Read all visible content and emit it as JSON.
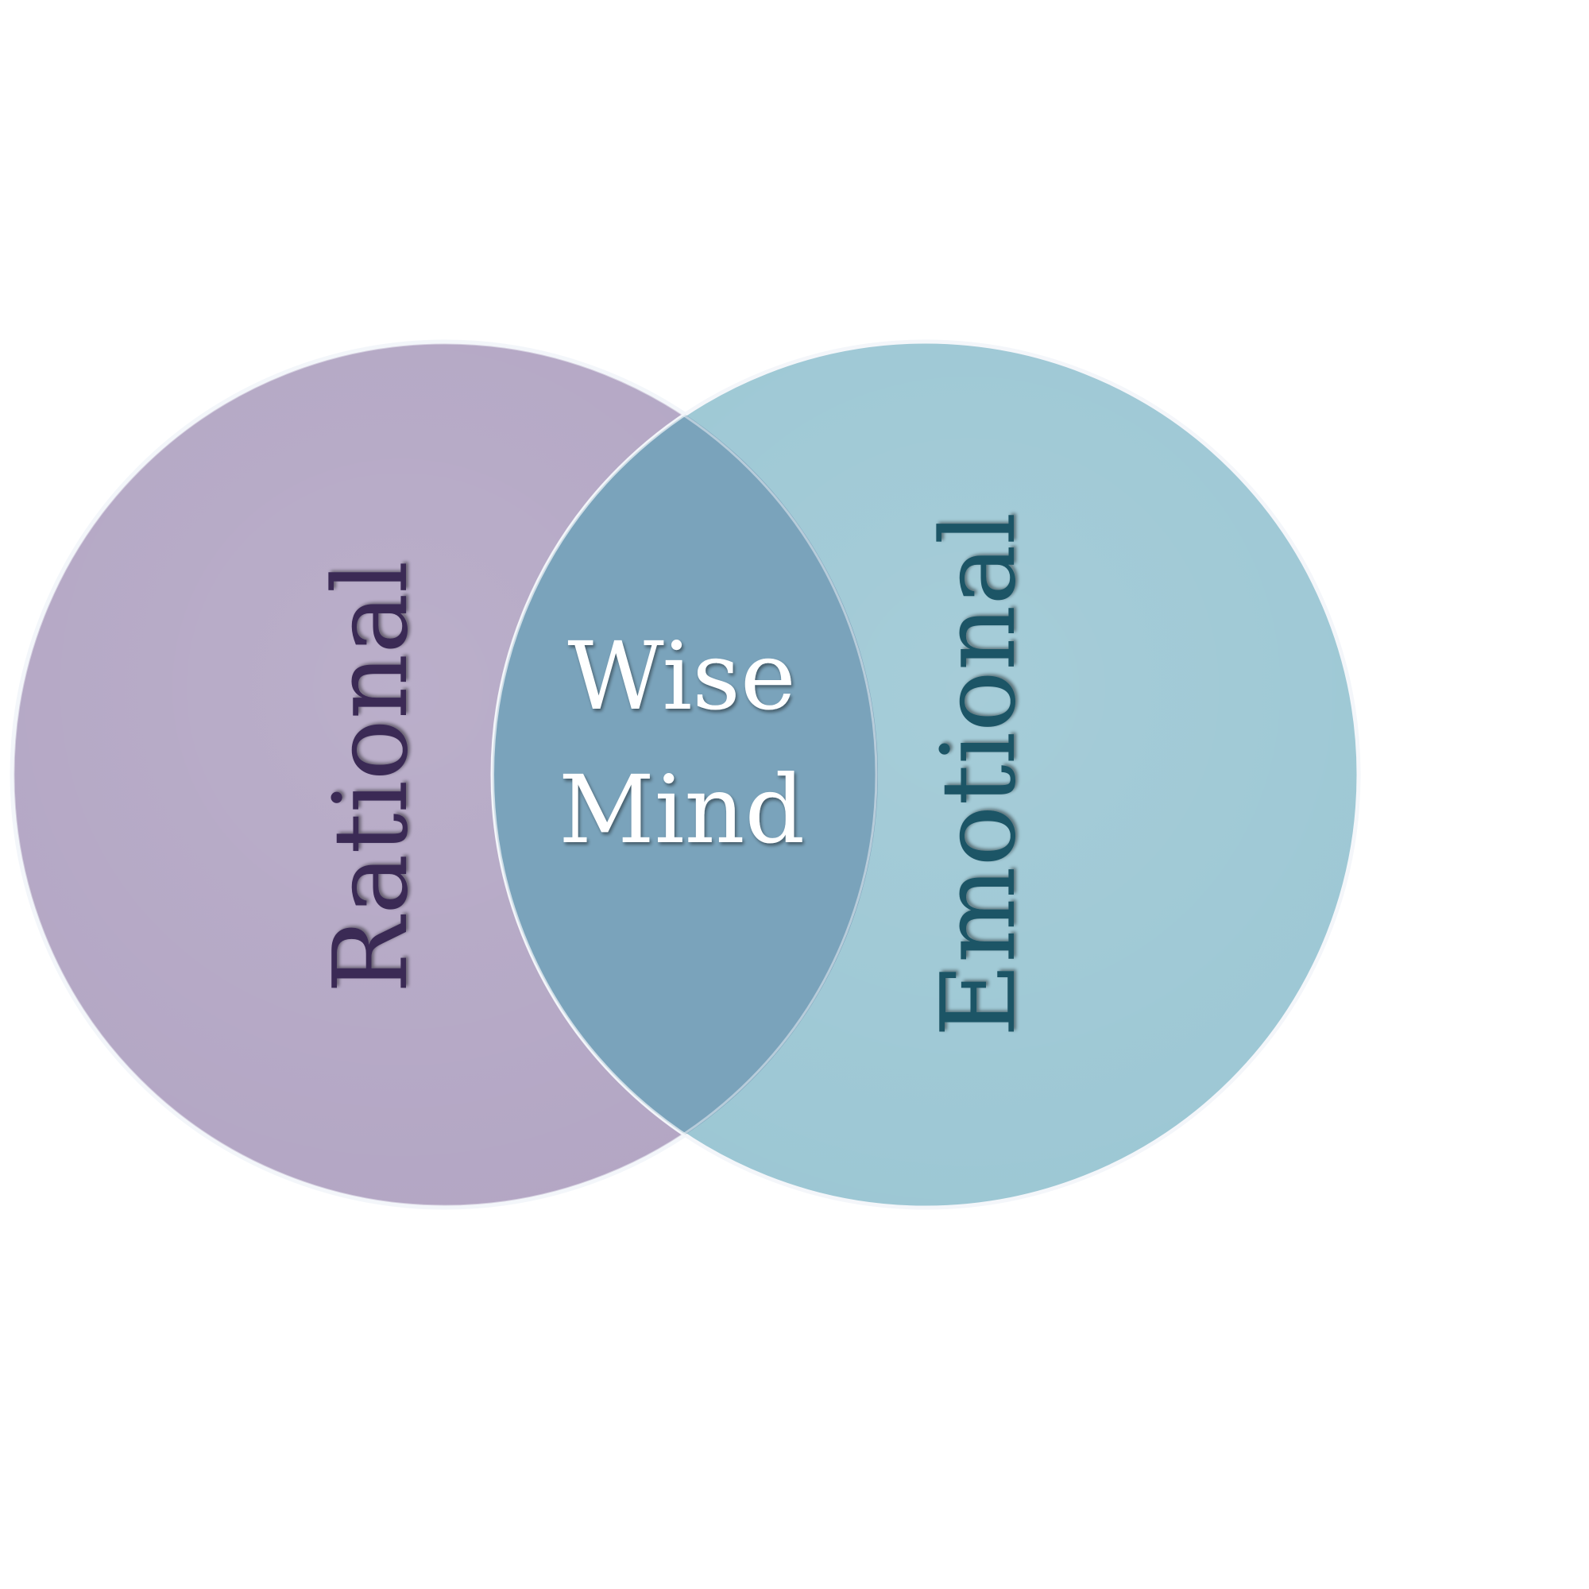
{
  "diagram": {
    "left_set": {
      "label": "Rational",
      "fill": "#b3a6c4",
      "label_color": "#3a2a55"
    },
    "right_set": {
      "label": "Emotional",
      "fill": "#9cc7d4",
      "label_color": "#1f5566"
    },
    "intersection": {
      "line1": "Wise",
      "line2": "Mind",
      "fill": "#7aa3bb",
      "label_color": "#ffffff"
    },
    "outline_color": "#f3f6fa",
    "background": "#ffffff"
  }
}
